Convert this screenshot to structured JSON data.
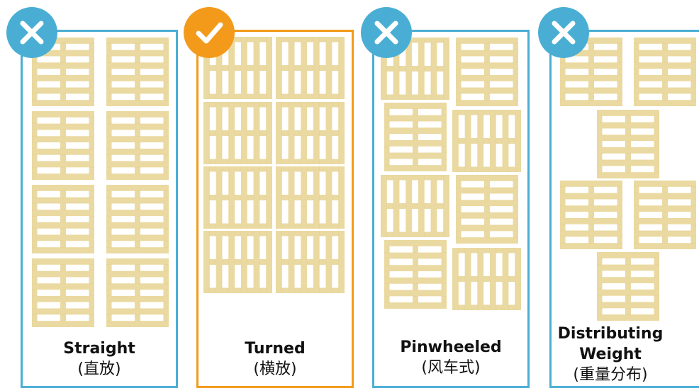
{
  "panels": [
    {
      "id": "straight",
      "verdict": "incorrect",
      "badge_icon": "x-icon",
      "title": "Straight",
      "subtitle": "(直放)"
    },
    {
      "id": "turned",
      "verdict": "correct",
      "badge_icon": "checkmark-icon",
      "title": "Turned",
      "subtitle": "(横放)"
    },
    {
      "id": "pinwheeled",
      "verdict": "incorrect",
      "badge_icon": "x-icon",
      "title": "Pinwheeled",
      "subtitle": "(风车式)"
    },
    {
      "id": "distributing",
      "verdict": "incorrect",
      "badge_icon": "x-icon",
      "title_line1": "Distributing",
      "title_line2": "Weight",
      "subtitle": "(重量分布)"
    }
  ],
  "colors": {
    "incorrect": "#4aaed4",
    "correct": "#f39a1a",
    "pallet_board": "#ead9a0",
    "pallet_block": "#c9b26e"
  }
}
